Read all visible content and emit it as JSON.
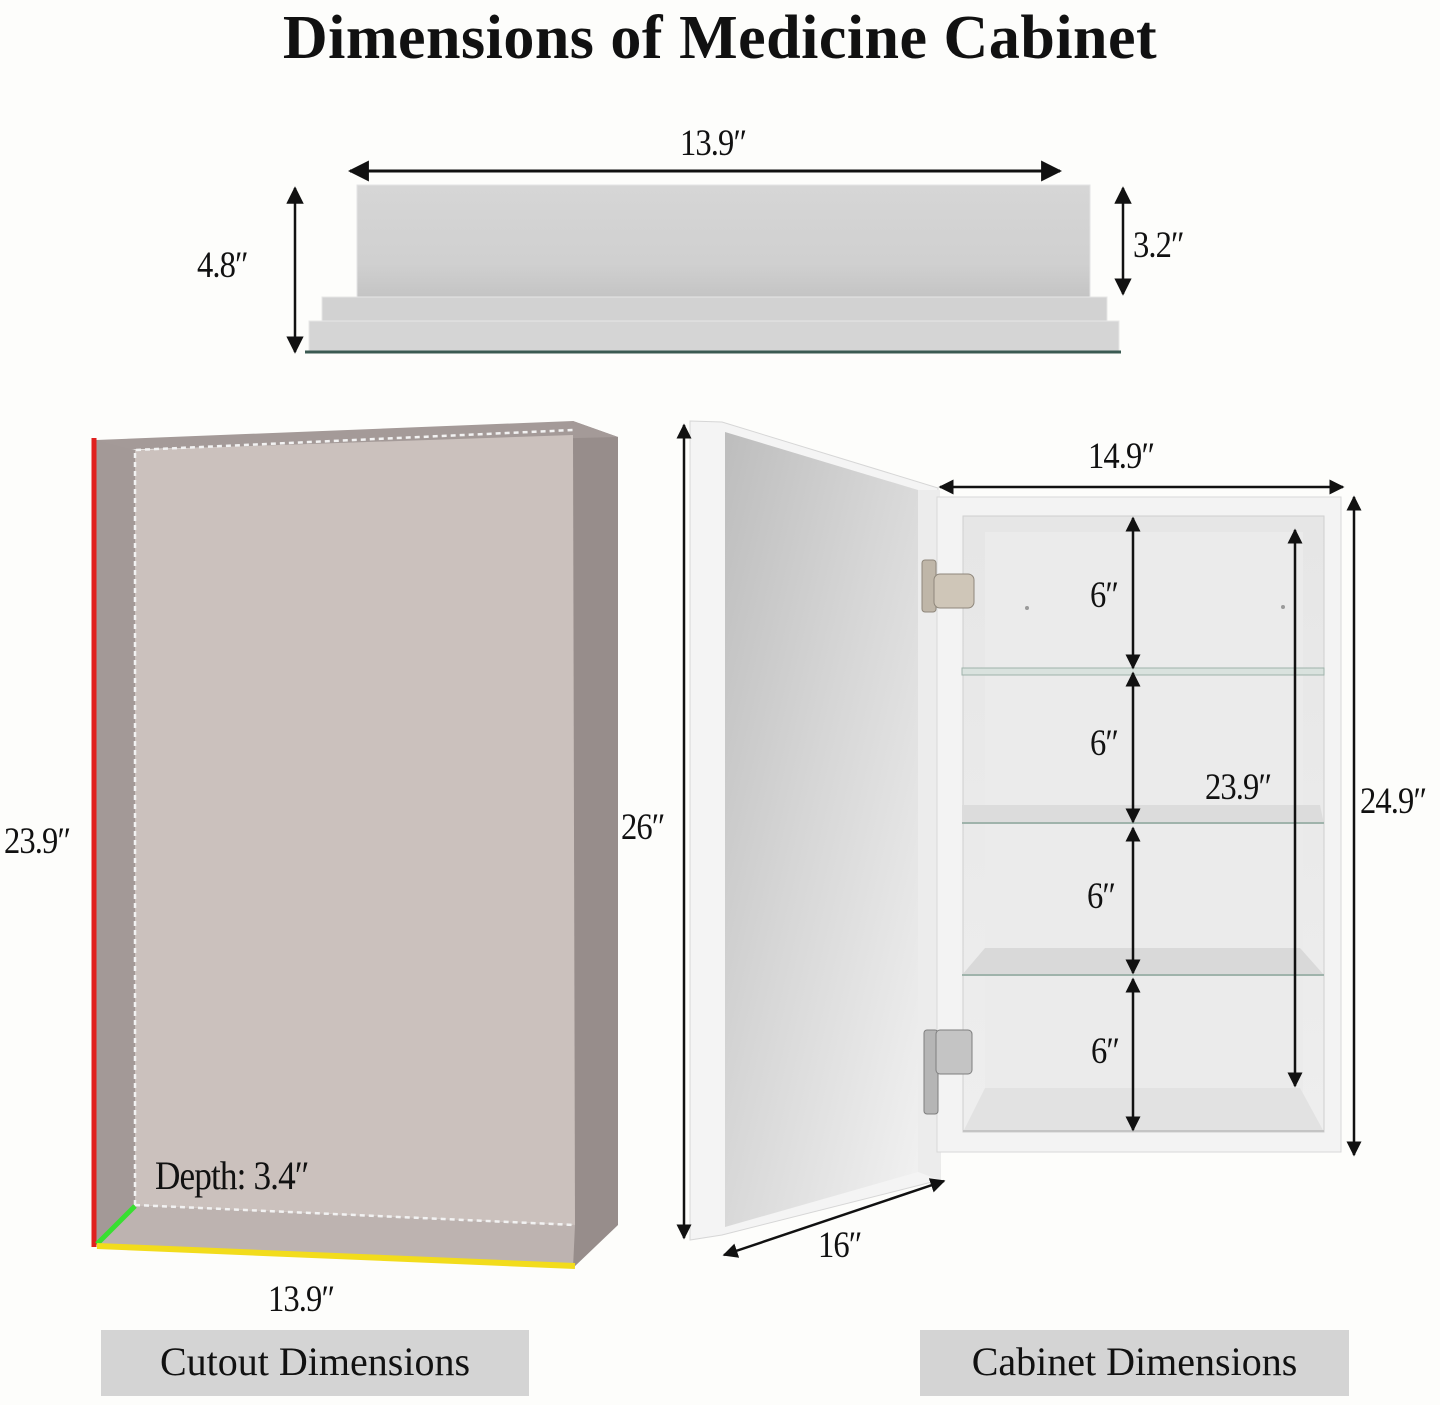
{
  "title": "Dimensions of Medicine Cabinet",
  "top_view": {
    "width_label": "13.9″",
    "total_depth_label": "4.8″",
    "box_depth_label": "3.2″"
  },
  "cutout": {
    "height_label": "23.9″",
    "width_label": "13.9″",
    "depth_label": "Depth: 3.4″",
    "caption": "Cutout Dimensions",
    "colors": {
      "front_face": "#cbc1bd",
      "side_face": "#948a88",
      "height_edge": "#e0201e",
      "width_edge": "#f2dc1c",
      "depth_edge": "#38e030"
    }
  },
  "cabinet": {
    "door_height_label": "26″",
    "door_width_label": "16″",
    "body_width_label": "14.9″",
    "body_height_label": "24.9″",
    "interior_height_label": "23.9″",
    "shelf_spacings": [
      "6″",
      "6″",
      "6″",
      "6″"
    ],
    "caption": "Cabinet Dimensions"
  }
}
